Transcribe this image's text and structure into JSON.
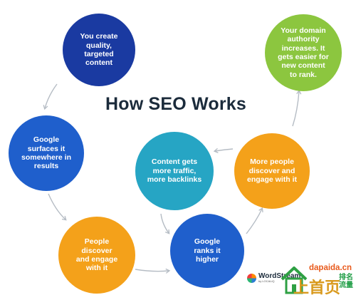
{
  "title": "How SEO Works",
  "steps": [
    {
      "text": "You create\nquality,\ntargeted\ncontent",
      "color": "#1a3aa1"
    },
    {
      "text": "Google\nsurfaces it\nsomewhere in\nresults",
      "color": "#1f5fcc"
    },
    {
      "text": "People\ndiscover\nand engage\nwith it",
      "color": "#f4a11a"
    },
    {
      "text": "Google\nranks it\nhigher",
      "color": "#1f5fcc"
    },
    {
      "text": "More people\ndiscover and\nengage with it",
      "color": "#f4a11a"
    },
    {
      "text": "Content gets\nmore traffic,\nmore backlinks",
      "color": "#26a5c4"
    },
    {
      "text": "Your domain\nauthority\nincreases. It\ngets easier for\nnew content\nto rank.",
      "color": "#8cc63f"
    }
  ],
  "colors": {
    "title": "#1b2b3b",
    "arrow": "#b5bcc4"
  },
  "logo": {
    "name": "WordStream",
    "sub": "by LOCALiQ"
  },
  "watermark": {
    "domain": "dapaida.cn",
    "cn_main": "上首页",
    "cn_side": "排名\n流量"
  }
}
